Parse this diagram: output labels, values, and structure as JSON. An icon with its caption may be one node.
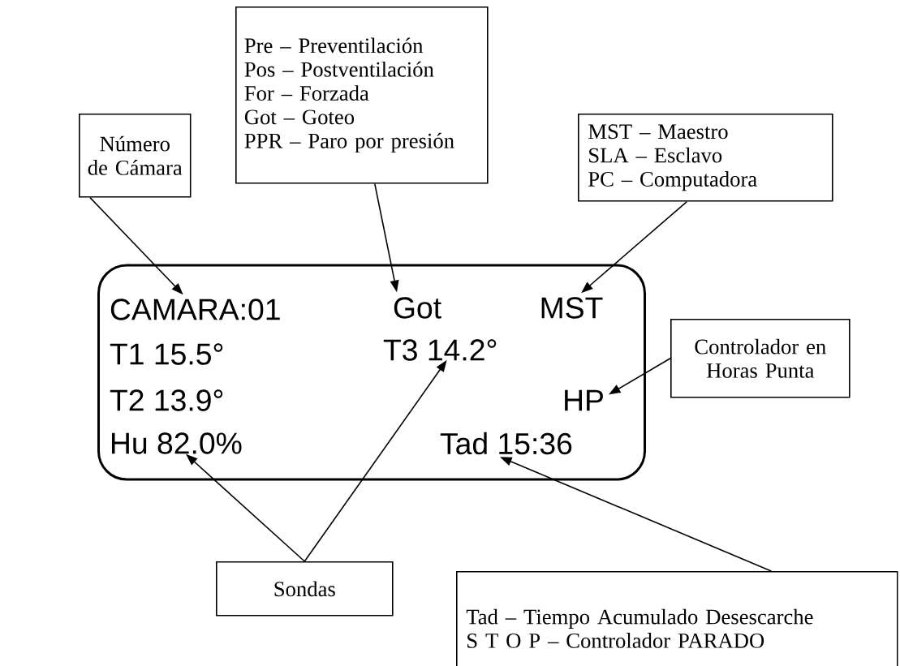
{
  "diagram": {
    "nodes": [
      {
        "text": [],
        "shape": "box"
      },
      {
        "text": [
          "CAMARA:01"
        ],
        "in": 0
      },
      {
        "text": [
          "Got"
        ],
        "in": 0
      },
      {
        "text": [
          "MST"
        ],
        "in": 0
      },
      {
        "text": [
          "T1 15.5°"
        ],
        "in": 0
      },
      {
        "text": [
          "T3 14.2°"
        ],
        "in": 0
      },
      {
        "text": [
          "T2 13.9°"
        ],
        "in": 0
      },
      {
        "text": [
          "HP"
        ],
        "in": 0
      },
      {
        "text": [
          "Hu 82.0%"
        ],
        "in": 0
      },
      {
        "text": [
          "Tad 15:36"
        ],
        "in": 0
      },
      {
        "text": [
          "Número de Cámara"
        ]
      },
      {
        "text": [
          "Pre – Preventilación",
          "Pos – Postventilación",
          "For – Forzada",
          "Got – Goteo",
          "PPR – Paro por presión"
        ]
      },
      {
        "text": [
          "MST – Maestro",
          "SLA – Esclavo",
          "PC – Computadora"
        ]
      },
      {
        "text": [
          "Controlador en Horas Punta"
        ]
      },
      {
        "text": [
          "Sondas"
        ]
      },
      {
        "text": [
          "Tad – Tiempo Acumulado Desescarche",
          "S T O P – Controlador PARADO"
        ]
      }
    ],
    "edges": [
      {
        "from": 10,
        "to": 1,
        "arrow": "to"
      },
      {
        "from": 11,
        "to": 2,
        "arrow": "to"
      },
      {
        "from": 12,
        "to": 3,
        "arrow": "to"
      },
      {
        "from": 13,
        "to": 7,
        "arrow": "to"
      },
      {
        "from": 14,
        "to": 8,
        "arrow": "to"
      },
      {
        "from": 14,
        "to": 5,
        "arrow": "to"
      },
      {
        "from": 15,
        "to": 9,
        "arrow": "to"
      }
    ]
  }
}
